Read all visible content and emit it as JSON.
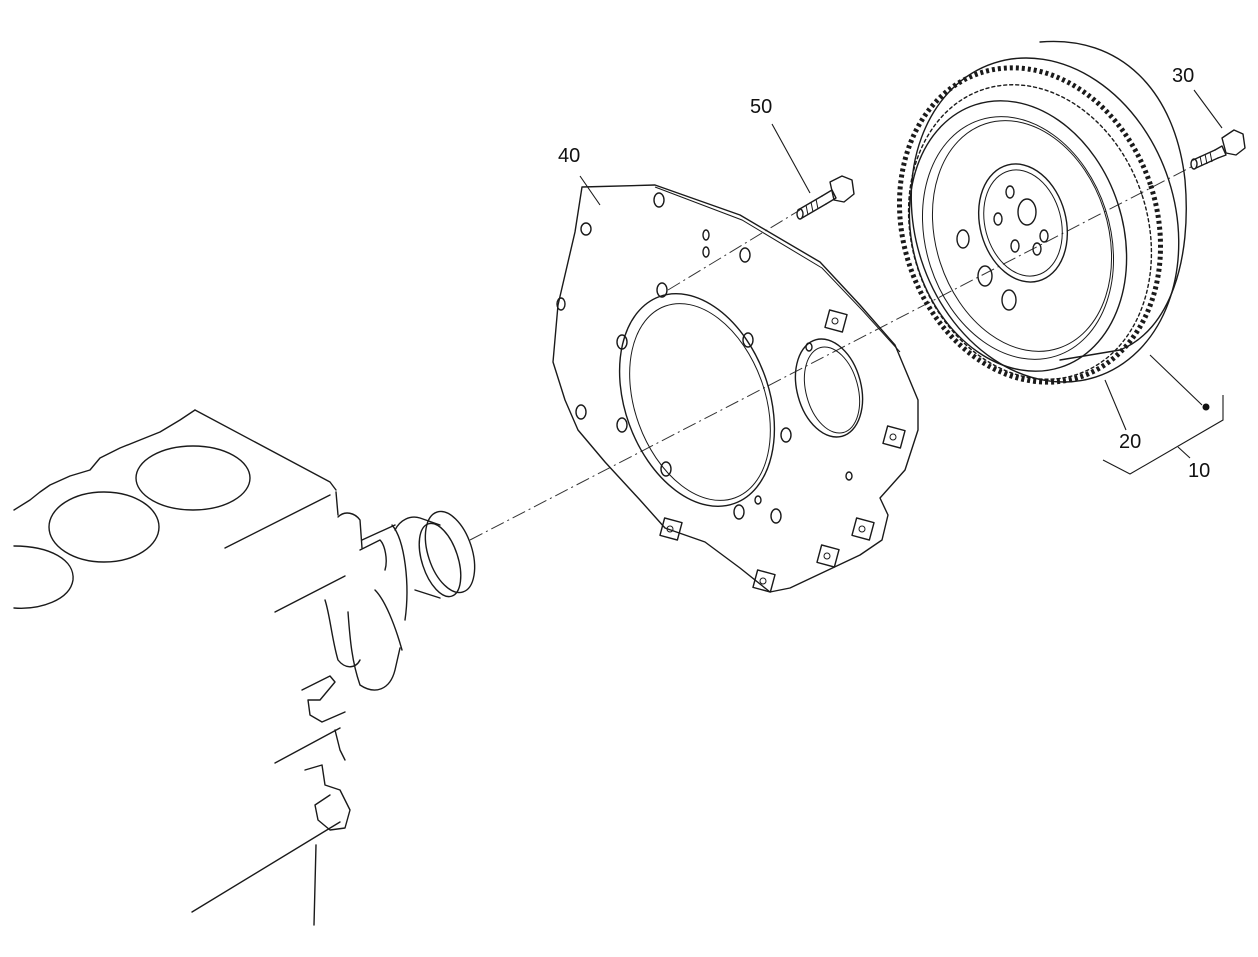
{
  "diagram": {
    "type": "exploded-parts-view",
    "subject": "Engine flywheel and rear plate assembly",
    "colors": {
      "line": "#1a1a1a",
      "background": "#ffffff"
    },
    "callouts": [
      {
        "id": "c10",
        "label": "10",
        "part": "flywheel-assembly-bracket"
      },
      {
        "id": "c20",
        "label": "20",
        "part": "ring-gear"
      },
      {
        "id": "c30",
        "label": "30",
        "part": "flywheel-bolt"
      },
      {
        "id": "c40",
        "label": "40",
        "part": "rear-end-plate"
      },
      {
        "id": "c50",
        "label": "50",
        "part": "plate-bolt"
      }
    ],
    "components": [
      "engine-block",
      "crankshaft-end",
      "rear-end-plate",
      "plate-bolt",
      "flywheel",
      "ring-gear",
      "flywheel-bolt"
    ]
  }
}
